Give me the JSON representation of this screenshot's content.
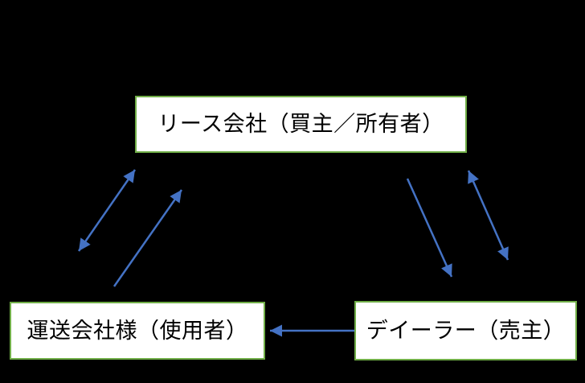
{
  "diagram": {
    "nodes": {
      "lease_company": {
        "label": "リース会社（買主／所有者）",
        "role": "buyer-owner"
      },
      "transport_company": {
        "label": "運送会社様（使用者）",
        "role": "user"
      },
      "dealer": {
        "label": "デイーラー（売主）",
        "role": "seller"
      }
    },
    "edges": [
      {
        "from": "transport_company",
        "to": "lease_company",
        "direction": "both"
      },
      {
        "from": "transport_company",
        "to": "lease_company",
        "direction": "to"
      },
      {
        "from": "lease_company",
        "to": "dealer",
        "direction": "to"
      },
      {
        "from": "lease_company",
        "to": "dealer",
        "direction": "both"
      },
      {
        "from": "dealer",
        "to": "transport_company",
        "direction": "to"
      }
    ]
  },
  "colors": {
    "background": "#000000",
    "node_fill": "#ffffff",
    "node_border": "#70AD47",
    "node_text": "#000000",
    "arrow": "#4472C4"
  }
}
